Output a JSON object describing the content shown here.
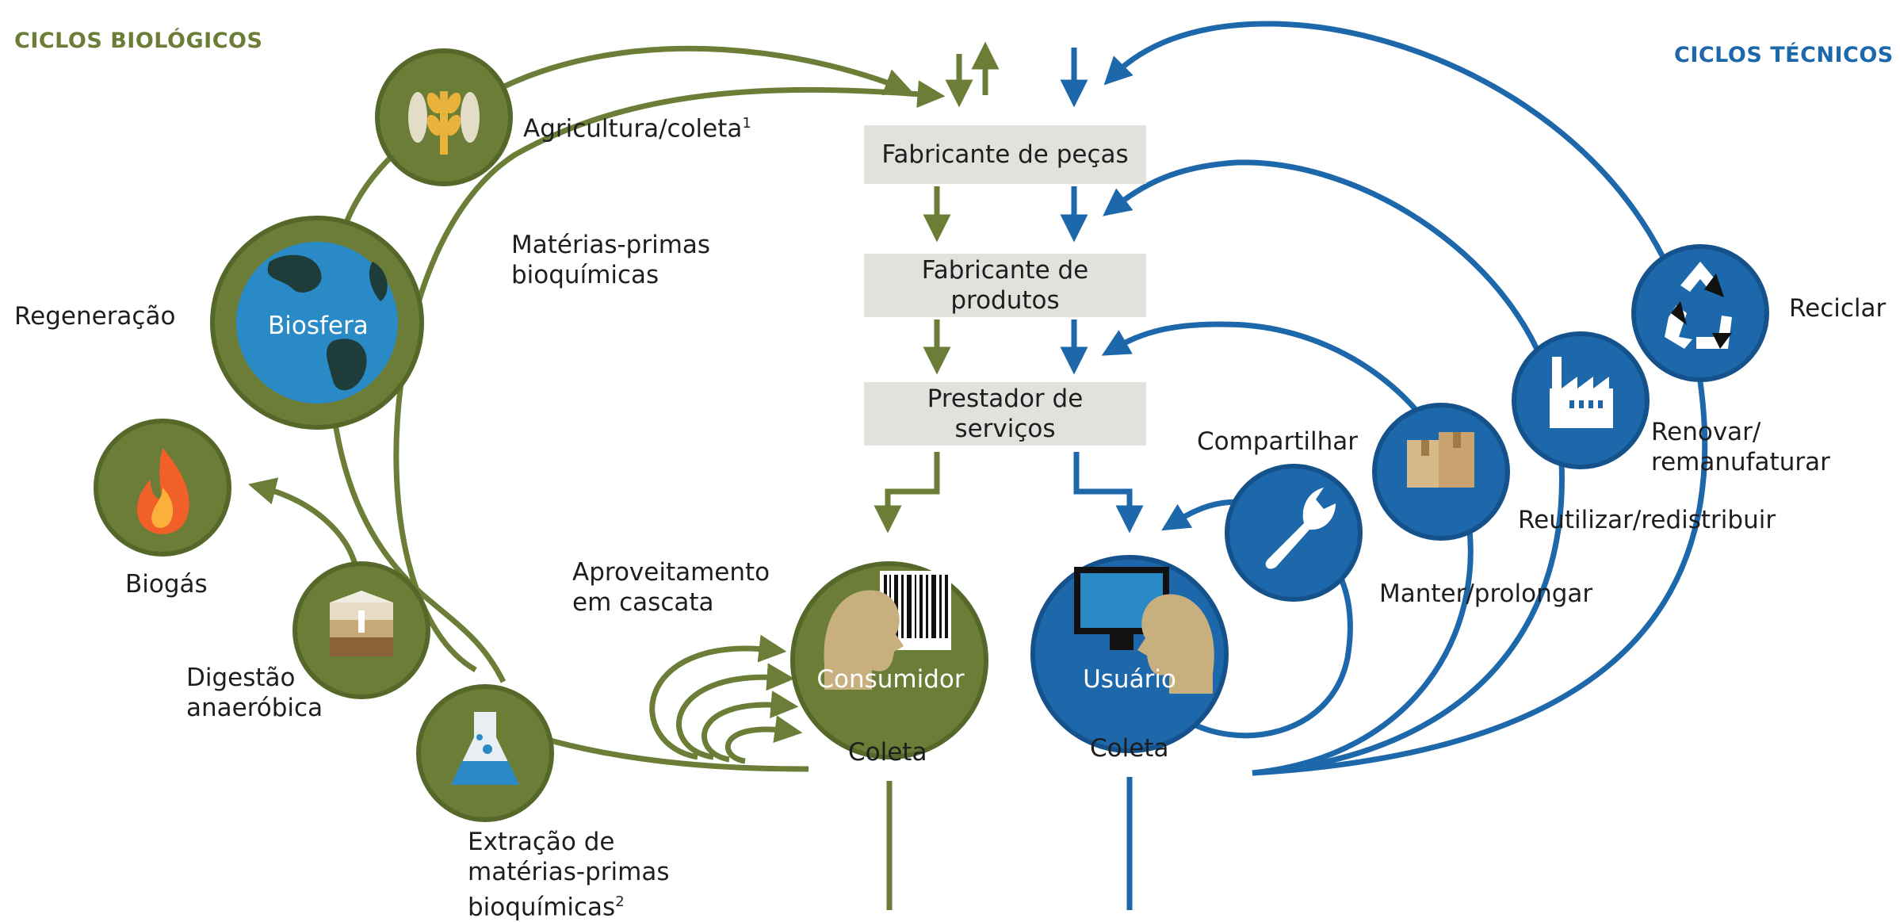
{
  "headers": {
    "bio": "CICLOS BIOLÓGICOS",
    "tech": "CICLOS TÉCNICOS"
  },
  "colors": {
    "bio_dark": "#55682a",
    "bio": "#6b7d36",
    "tech": "#1d67ab",
    "tech_dark": "#15528c",
    "box": "#e3e1de"
  },
  "boxes": {
    "parts": "Fabricante de peças",
    "products": "Fabricante de\nprodutos",
    "services": "Prestador de\nserviços"
  },
  "bio_labels": {
    "agriculture": "Agricultura/coleta",
    "agriculture_note": "1",
    "raw_materials": "Matérias-primas\nbioquímicas",
    "regeneration": "Regeneração",
    "biosphere": "Biosfera",
    "biogas": "Biogás",
    "digestion": "Digestão\nanaeróbica",
    "extraction": "Extração de\nmatérias-primas\nbioquímicas",
    "extraction_note": "2",
    "cascade": "Aproveitamento\nem cascata",
    "consumer": "Consumidor",
    "collection": "Coleta"
  },
  "tech_labels": {
    "user": "Usuário",
    "collection": "Coleta",
    "share": "Compartilhar",
    "maintain": "Manter/prolongar",
    "reuse": "Reutilizar/redistribuir",
    "refurbish": "Renovar/\nremanufaturar",
    "recycle": "Reciclar"
  },
  "icons": {
    "agriculture": "wheat-fish-icon",
    "biosphere": "globe-icon",
    "biogas": "flame-icon",
    "digestion": "soil-layers-icon",
    "extraction": "flask-icon",
    "consumer": "person-barcode-icon",
    "user": "person-computer-icon",
    "maintain": "wrench-icon",
    "reuse": "boxes-icon",
    "refurbish": "factory-icon",
    "recycle": "recycle-icon"
  }
}
